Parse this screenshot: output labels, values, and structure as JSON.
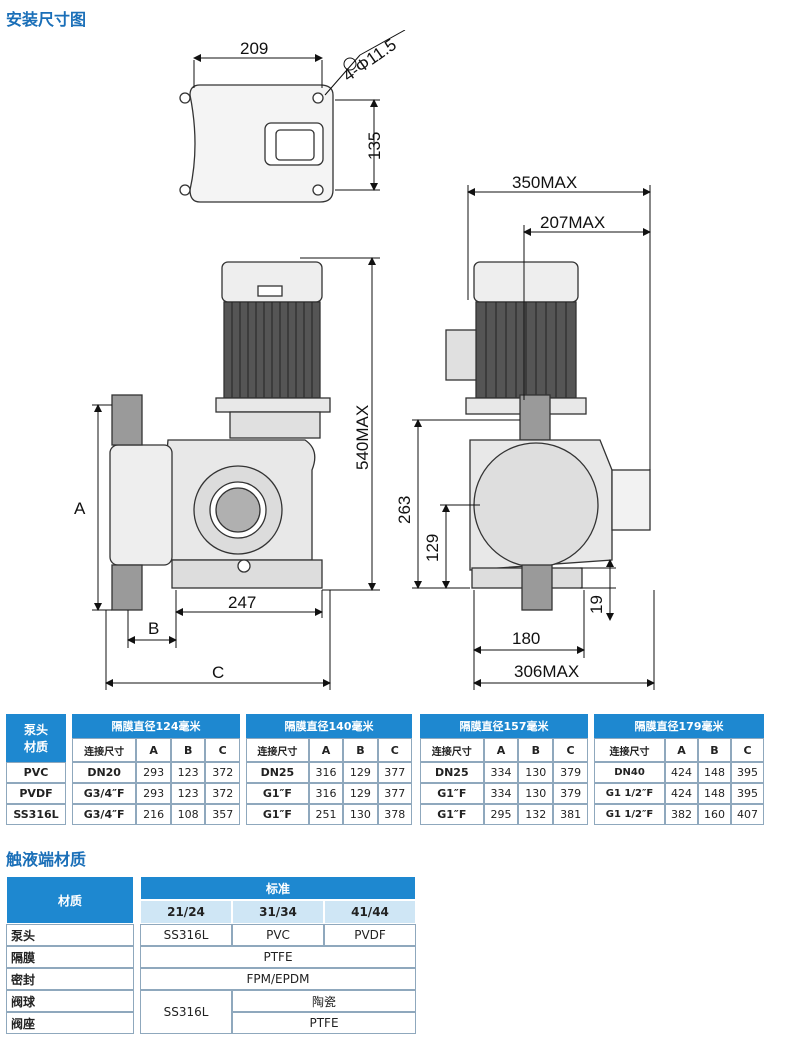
{
  "install_title": "安装尺寸图",
  "material_title": "触液端材质",
  "dimensions": {
    "top_width": "209",
    "top_height": "135",
    "holes": "4-Φ11.5",
    "overall_height": "540MAX",
    "A": "A",
    "B": "B",
    "C": "C",
    "base_width": "247",
    "side_depth": "350MAX",
    "side_offset": "207MAX",
    "h263": "263",
    "h129": "129",
    "h19": "19",
    "base_180": "180",
    "side_306": "306MAX"
  },
  "size_table": {
    "material_header": "泵头\n材质",
    "materials": [
      "PVC",
      "PVDF",
      "SS316L"
    ],
    "groups": [
      {
        "title": "隔膜直径124毫米",
        "sub": [
          "连接尺寸",
          "A",
          "B",
          "C"
        ],
        "rows": [
          [
            "DN20",
            "293",
            "123",
            "372"
          ],
          [
            "G3/4″F",
            "293",
            "123",
            "372"
          ],
          [
            "G3/4″F",
            "216",
            "108",
            "357"
          ]
        ]
      },
      {
        "title": "隔膜直径140毫米",
        "sub": [
          "连接尺寸",
          "A",
          "B",
          "C"
        ],
        "rows": [
          [
            "DN25",
            "316",
            "129",
            "377"
          ],
          [
            "G1″F",
            "316",
            "129",
            "377"
          ],
          [
            "G1″F",
            "251",
            "130",
            "378"
          ]
        ]
      },
      {
        "title": "隔膜直径157毫米",
        "sub": [
          "连接尺寸",
          "A",
          "B",
          "C"
        ],
        "rows": [
          [
            "DN25",
            "334",
            "130",
            "379"
          ],
          [
            "G1″F",
            "334",
            "130",
            "379"
          ],
          [
            "G1″F",
            "295",
            "132",
            "381"
          ]
        ]
      },
      {
        "title": "隔膜直径179毫米",
        "sub": [
          "连接尺寸",
          "A",
          "B",
          "C"
        ],
        "rows": [
          [
            "DN40",
            "424",
            "148",
            "395"
          ],
          [
            "G1 1/2″F",
            "424",
            "148",
            "395"
          ],
          [
            "G1 1/2″F",
            "382",
            "160",
            "407"
          ]
        ]
      }
    ]
  },
  "material_table": {
    "header_material": "材质",
    "header_standard": "标准",
    "columns": [
      "21/24",
      "31/34",
      "41/44"
    ],
    "rows": {
      "pump_head": {
        "label": "泵头",
        "values": [
          "SS316L",
          "PVC",
          "PVDF"
        ]
      },
      "diaphragm": {
        "label": "隔膜",
        "value": "PTFE"
      },
      "seal": {
        "label": "密封",
        "value": "FPM/EPDM"
      },
      "valve_ball": {
        "label": "阀球",
        "merged": "SS316L",
        "value": "陶瓷"
      },
      "valve_seat": {
        "label": "阀座",
        "value": "PTFE"
      }
    }
  },
  "colors": {
    "accent_blue": "#1e88d0",
    "light_blue": "#cfe6f5",
    "title_blue": "#1a6fb8"
  }
}
